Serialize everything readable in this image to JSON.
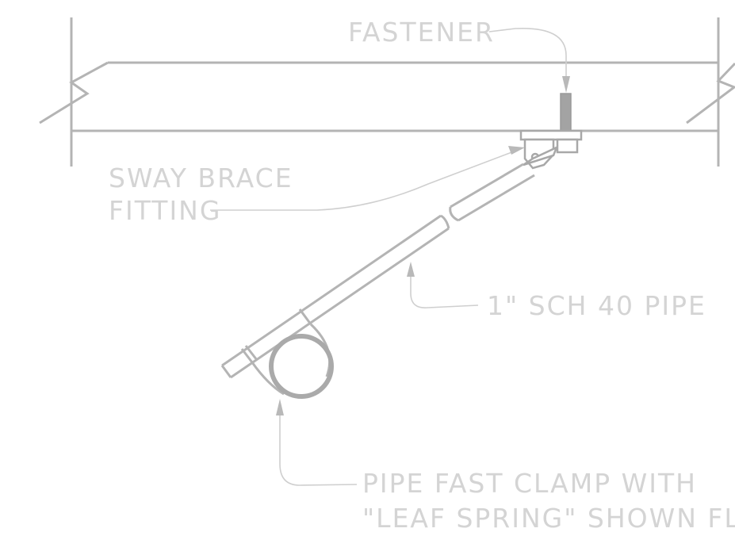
{
  "labels": {
    "fastener": "FASTENER",
    "sway_brace_line1": "SWAY BRACE",
    "sway_brace_line2": "FITTING",
    "pipe_spec": "1\" SCH 40 PIPE",
    "clamp_line1": "PIPE FAST CLAMP WITH",
    "clamp_line2": "\"LEAF SPRING\" SHOWN FL"
  },
  "colors": {
    "structure": "#b4b4b4",
    "text": "#d4d4d4",
    "leader": "#cfcfcf"
  }
}
